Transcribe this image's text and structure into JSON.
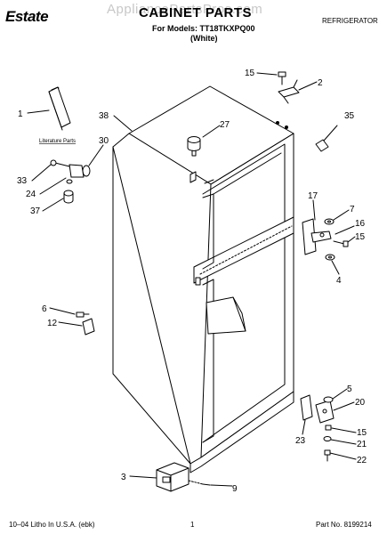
{
  "header": {
    "brand": "Estate",
    "watermark": "AppliancePartsPros.com",
    "title": "CABINET PARTS",
    "models_line": "For Models: TT18TKXPQ00",
    "color_line": "(White)",
    "category": "REFRIGERATOR"
  },
  "callouts": {
    "c1": "1",
    "c2": "2",
    "c3": "3",
    "c4": "4",
    "c5": "5",
    "c6": "6",
    "c7": "7",
    "c9": "9",
    "c12": "12",
    "c15a": "15",
    "c15b": "15",
    "c15c": "15",
    "c16": "16",
    "c17": "17",
    "c20": "20",
    "c21": "21",
    "c22": "22",
    "c23": "23",
    "c24": "24",
    "c27": "27",
    "c30": "30",
    "c33": "33",
    "c35": "35",
    "c37": "37",
    "c38": "38"
  },
  "literature_label": "Literature Parts",
  "footer": {
    "left": "10–04 Litho In U.S.A. (ebk)",
    "page": "1",
    "part_no": "Part No. 8199214"
  }
}
